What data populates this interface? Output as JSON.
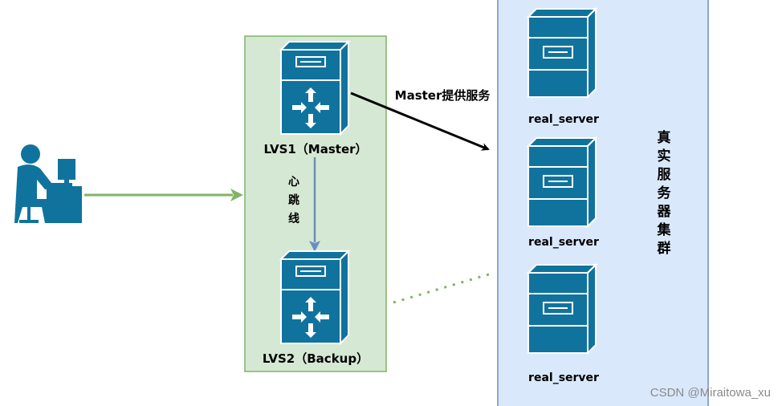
{
  "lvs": {
    "master_label": "LVS1（Master）",
    "backup_label": "LVS2（Backup）"
  },
  "heartbeat": {
    "chars": [
      "心",
      "跳",
      "线"
    ]
  },
  "master_arrow_label": "Master提供服务",
  "cluster": {
    "title_chars": [
      "真",
      "实",
      "服",
      "务",
      "器",
      "集",
      "群"
    ],
    "servers": [
      {
        "label": "real_server"
      },
      {
        "label": "real_server"
      },
      {
        "label": "real_server"
      }
    ]
  },
  "watermark": "CSDN @Miraitowa_xu",
  "colors": {
    "lvs_fill": "#d5e8d4",
    "lvs_border": "#82b366",
    "cluster_fill": "#dae8fc",
    "cluster_border": "#6c8ebf",
    "device": "#10739e",
    "client_arrow": "#82b366",
    "heartbeat_arrow": "#6c8ebf"
  }
}
